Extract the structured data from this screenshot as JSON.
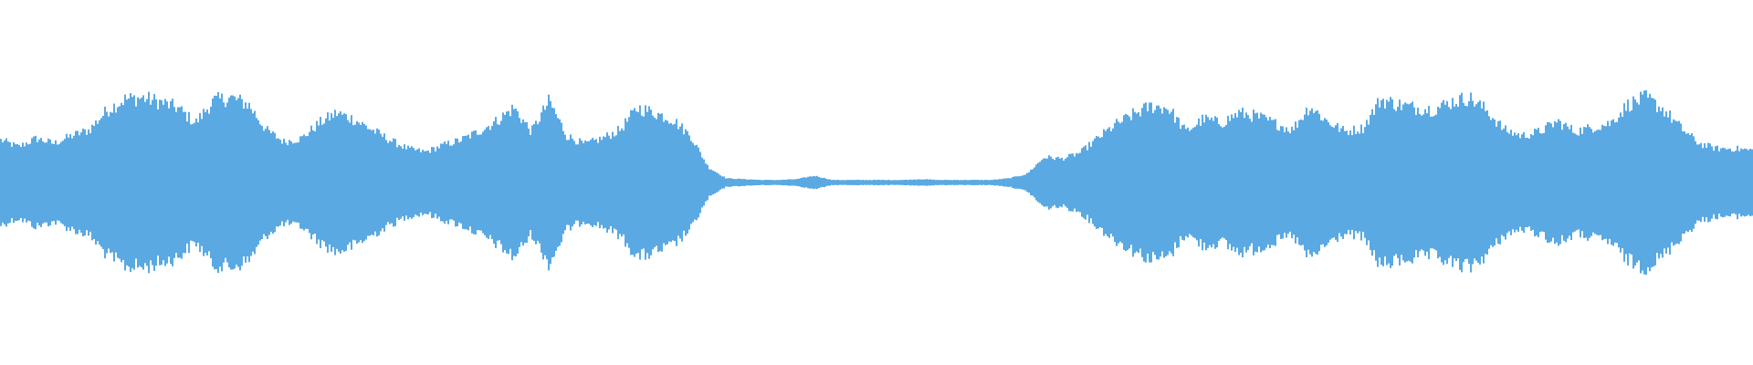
{
  "waveform": {
    "color": "#5aa9e3",
    "background": "#ffffff",
    "envelope": [
      0.5,
      0.42,
      0.52,
      0.46,
      0.55,
      0.62,
      0.85,
      0.98,
      1.0,
      0.95,
      0.88,
      0.7,
      0.96,
      1.0,
      0.92,
      0.62,
      0.48,
      0.52,
      0.7,
      0.82,
      0.74,
      0.62,
      0.5,
      0.4,
      0.36,
      0.44,
      0.5,
      0.6,
      0.72,
      0.88,
      0.6,
      0.96,
      0.55,
      0.45,
      0.52,
      0.62,
      0.88,
      0.82,
      0.74,
      0.55,
      0.18,
      0.05,
      0.04,
      0.03,
      0.03,
      0.04,
      0.08,
      0.03,
      0.03,
      0.03,
      0.03,
      0.03,
      0.04,
      0.03,
      0.03,
      0.03,
      0.03,
      0.05,
      0.1,
      0.3,
      0.28,
      0.35,
      0.52,
      0.68,
      0.8,
      0.9,
      0.88,
      0.6,
      0.75,
      0.7,
      0.82,
      0.78,
      0.7,
      0.62,
      0.9,
      0.72,
      0.6,
      0.64,
      0.98,
      0.92,
      0.88,
      0.86,
      0.95,
      1.0,
      0.85,
      0.62,
      0.55,
      0.6,
      0.72,
      0.6,
      0.65,
      0.7,
      0.92,
      1.0,
      0.86,
      0.64,
      0.46,
      0.4,
      0.4,
      0.38
    ]
  }
}
